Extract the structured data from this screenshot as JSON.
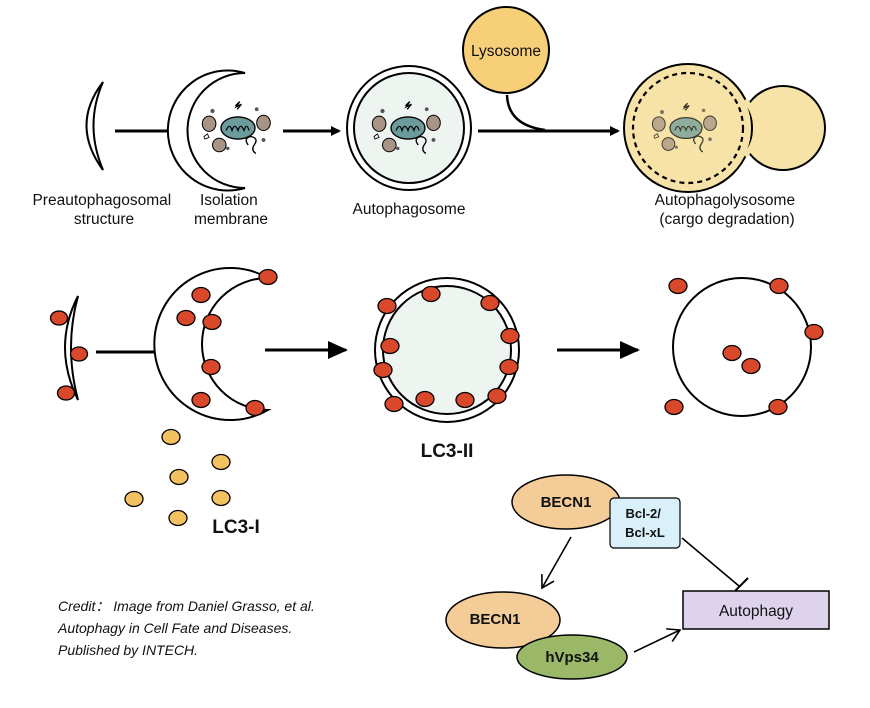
{
  "stage1": {
    "lysosome": "Lysosome",
    "preautophagosomal": [
      "Preautophagosomal",
      "structure"
    ],
    "isolation": [
      "Isolation",
      "membrane"
    ],
    "autophagosome": "Autophagosome",
    "autophagolysosome": [
      "Autophagolysosome",
      "(cargo degradation)"
    ]
  },
  "stage2": {
    "lc3_1": "LC3-I",
    "lc3_2": "LC3-II"
  },
  "pathway": {
    "becn1_top": "BECN1",
    "bcl": [
      "Bcl-2/",
      "Bcl-xL"
    ],
    "becn1_bottom": "BECN1",
    "hvps34": "hVps34",
    "autophagy": "Autophagy"
  },
  "credit": [
    "Credit：  Image from Daniel Grasso, et al.",
    "Autophagy in Cell Fate and Diseases.",
    "Published by INTECH."
  ],
  "colors": {
    "lysosome_fill": "#f6cf78",
    "autolysosome_fill": "#f7e3a8",
    "lc3_red": "#d9482b",
    "lc3_yellow": "#f3c15f",
    "becn1_fill": "#f3cc98",
    "bcl_fill": "#d9f0fa",
    "hvps34_fill": "#9ab868",
    "autophagy_fill": "#ddd3ec",
    "vesicle_fill": "#eef5f1"
  }
}
